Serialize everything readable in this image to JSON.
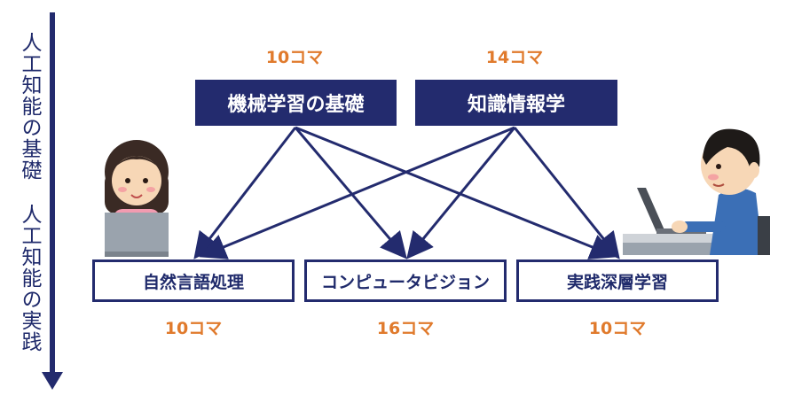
{
  "side_label": {
    "upper": "人工知能の基礎",
    "lower": "人工知能の実践"
  },
  "courses_top": [
    {
      "name": "機械学習の基礎",
      "koma": "10コマ"
    },
    {
      "name": "知識情報学",
      "koma": "14コマ"
    }
  ],
  "courses_bottom": [
    {
      "name": "自然言語処理",
      "koma": "10コマ"
    },
    {
      "name": "コンピュータビジョン",
      "koma": "16コマ"
    },
    {
      "name": "実践深層学習",
      "koma": "10コマ"
    }
  ],
  "colors": {
    "navy": "#232b6e",
    "orange": "#e07a2c"
  },
  "figures": {
    "left": "student-woman-laptop",
    "right": "student-man-laptop"
  }
}
